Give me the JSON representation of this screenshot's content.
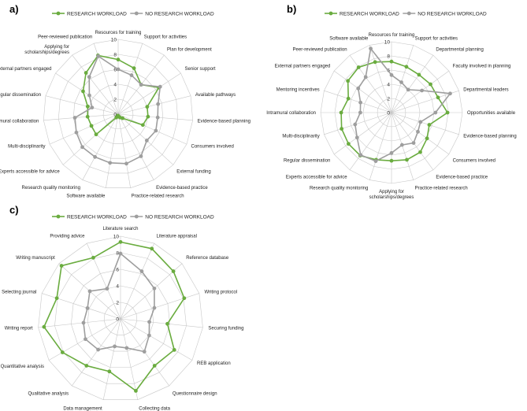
{
  "colors": {
    "research": "#6aac3f",
    "no_research": "#9e9e9e",
    "grid": "#c8c8c8"
  },
  "chart_data": [
    {
      "type": "radar",
      "panel": "a)",
      "rlim": [
        0,
        10
      ],
      "ticks": [
        0,
        2,
        4,
        6,
        8,
        10
      ],
      "legend": [
        "RESEARCH WORKLOAD",
        "NO RESEARCH WORKLOAD"
      ],
      "categories": [
        "Resources for training",
        "Support for activities",
        "Plan for development",
        "Senior support",
        "Available pathways",
        "Evidence-based planning",
        "Consumers involved",
        "External funding",
        "Evidence-based practice",
        "Practice-related research",
        "Software available",
        "Research quality monitoring",
        "Experts accessible for advice",
        "Multi-disciplinarity",
        "Intramural collaboration",
        "Regular dissemination",
        "External partners engaged",
        "Applying for scholarships/degrees",
        "Peer-reviewed publication"
      ],
      "series": [
        {
          "name": "RESEARCH WORKLOAD",
          "values": [
            7.3,
            6.5,
            5.0,
            6.5,
            4.0,
            4.0,
            3.6,
            0.8,
            0.5,
            0.3,
            0.2,
            0.5,
            4.0,
            3.9,
            4.1,
            4.2,
            5.6,
            7.0,
            8.3
          ]
        },
        {
          "name": "NO RESEARCH WORKLOAD",
          "values": [
            6.0,
            5.5,
            5.0,
            6.7,
            5.5,
            5.3,
            5.5,
            5.2,
            6.4,
            6.7,
            6.6,
            6.5,
            6.5,
            6.1,
            5.8,
            3.6,
            4.6,
            6.3,
            8.2
          ]
        }
      ]
    },
    {
      "type": "radar",
      "panel": "b)",
      "rlim": [
        0,
        10
      ],
      "ticks": [
        0,
        2,
        4,
        6,
        8,
        10
      ],
      "legend": [
        "RESEARCH WORKLOAD",
        "NO RESEARCH WORKLOAD"
      ],
      "categories": [
        "Resources for training",
        "Support for activities",
        "Departmental planning",
        "Faculty involved in planning",
        "Departmental leaders",
        "Opportunities available",
        "Evidence-based planning",
        "Consumers involved",
        "Evidence-based practice",
        "Practice-related research",
        "Applying for scholarships/degrees",
        "Research quality monitoring",
        "Experts accessible for advice",
        "Regular dissemination",
        "Multi-disciplinarity",
        "Intramural collaboration",
        "Mentoring incentives",
        "External partners engaged",
        "Peer-reviewed publication",
        "Software available"
      ],
      "series": [
        {
          "name": "RESEARCH WORKLOAD",
          "values": [
            7.2,
            6.8,
            6.6,
            6.8,
            6.9,
            7.9,
            5.6,
            6.2,
            6.9,
            7.0,
            6.8,
            7.0,
            7.5,
            7.5,
            7.4,
            7.1,
            6.4,
            7.6,
            7.9,
            7.5
          ]
        },
        {
          "name": "NO RESEARCH WORKLOAD",
          "values": [
            5.3,
            4.5,
            4.0,
            5.3,
            8.7,
            6.2,
            4.3,
            4.6,
            5.3,
            4.8,
            5.7,
            7.2,
            7.4,
            6.0,
            5.4,
            4.4,
            4.6,
            5.8,
            6.2,
            9.5
          ]
        }
      ]
    },
    {
      "type": "radar",
      "panel": "c)",
      "rlim": [
        0,
        10
      ],
      "ticks": [
        0,
        2,
        4,
        6,
        8,
        10
      ],
      "legend": [
        "RESEARCH WORKLOAD",
        "NO RESEARCH WORKLOAD"
      ],
      "categories": [
        "Literature search",
        "Literature appraisal",
        "Reference database",
        "Writing protocol",
        "Securing funding",
        "REB application",
        "Questionnaire design",
        "Collecting data",
        "Data management",
        "Qualitative analysis",
        "Quantitative analysis",
        "Writing report",
        "Selecting journal",
        "Writing manuscript",
        "Providing advice"
      ],
      "series": [
        {
          "name": "RESEARCH WORKLOAD",
          "values": [
            9.3,
            9.3,
            8.6,
            8.1,
            5.7,
            7.5,
            7.0,
            8.9,
            6.5,
            7.0,
            8.1,
            9.3,
            8.1,
            9.6,
            8.1
          ]
        },
        {
          "name": "NO RESEARCH WORKLOAD",
          "values": [
            7.9,
            6.3,
            5.5,
            4.3,
            3.5,
            4.0,
            4.9,
            3.6,
            3.4,
            4.6,
            4.9,
            4.5,
            4.2,
            5.0,
            4.0
          ]
        }
      ]
    }
  ]
}
